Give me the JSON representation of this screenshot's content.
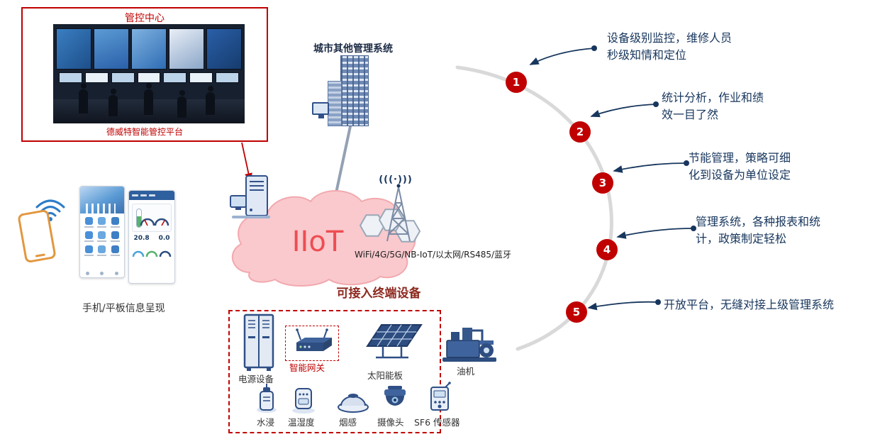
{
  "control_center": {
    "title": "管控中心",
    "caption": "德威特智能管控平台"
  },
  "city_system": {
    "label": "城市其他管理系统"
  },
  "cloud": {
    "label": "IIoT"
  },
  "tower": {
    "waves": "(((·)))",
    "protocols": "WiFi/4G/5G/NB-IoT/以太网/RS485/蓝牙"
  },
  "mobile": {
    "caption": "手机/平板信息呈现",
    "screen_values": {
      "left": "20.8",
      "right": "0.0"
    }
  },
  "terminal": {
    "heading": "可接入终端设备",
    "devices": [
      {
        "label": "电源设备"
      },
      {
        "label": "智能网关"
      },
      {
        "label": "太阳能板"
      },
      {
        "label": "油机"
      },
      {
        "label": "水浸"
      },
      {
        "label": "温湿度"
      },
      {
        "label": "烟感"
      },
      {
        "label": "摄像头"
      },
      {
        "label": "SF6 传感器"
      }
    ]
  },
  "benefits": [
    {
      "num": "1",
      "text": "设备级别监控，维修人员\n秒级知情和定位"
    },
    {
      "num": "2",
      "text": "统计分析，作业和绩\n效一目了然"
    },
    {
      "num": "3",
      "text": "节能管理，策略可细\n化到设备为单位设定"
    },
    {
      "num": "4",
      "text": "管理系统，各种报表和统\n计，政策制定轻松"
    },
    {
      "num": "5",
      "text": "开放平台，无缝对接上级管理系统"
    }
  ],
  "colors": {
    "accent_red": "#c00000",
    "navy_text": "#17365d",
    "cloud_pink": "#f9c9cd",
    "iiot_red": "#ee4d52",
    "arc_gray": "#d9d9d9"
  }
}
